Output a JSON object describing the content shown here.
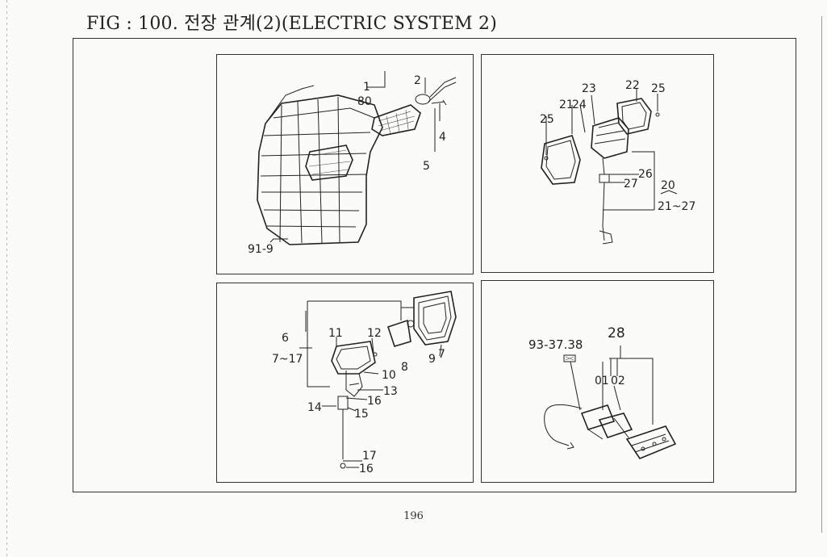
{
  "title": "FIG : 100. 전장 관계(2)(ELECTRIC SYSTEM 2)",
  "page_number": "196",
  "panels": [
    {
      "id": "headlamp",
      "labels": [
        "1",
        "80",
        "2",
        "4",
        "5",
        "91-9"
      ]
    },
    {
      "id": "rear-lamp",
      "labels": [
        "23",
        "22",
        "25",
        "21",
        "24",
        "25",
        "26",
        "27",
        "20",
        "21~27"
      ]
    },
    {
      "id": "front-lamp",
      "labels": [
        "6",
        "7~17",
        "11",
        "12",
        "10",
        "8",
        "9",
        "7",
        "13",
        "16",
        "14",
        "15",
        "17",
        "16"
      ]
    },
    {
      "id": "wiring",
      "labels": [
        "28",
        "93-37.38",
        "01",
        "02"
      ]
    }
  ]
}
